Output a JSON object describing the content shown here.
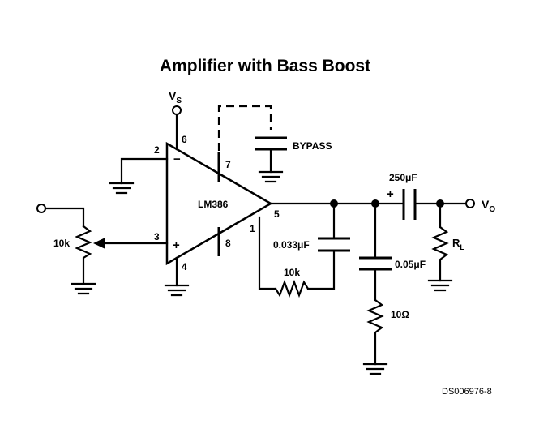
{
  "title": "Amplifier with Bass Boost",
  "ic": {
    "name": "LM386",
    "pins": {
      "p1": "1",
      "p2": "2",
      "p3": "3",
      "p4": "4",
      "p5": "5",
      "p6": "6",
      "p7": "7",
      "p8": "8"
    },
    "minus": "−",
    "plus": "+"
  },
  "supply": {
    "v": "V",
    "sub": "S"
  },
  "bypass": "BYPASS",
  "pot": "10k",
  "c_output": "250μF",
  "c_output_polarity": "+",
  "out": {
    "v": "V",
    "sub": "O"
  },
  "load": {
    "r": "R",
    "sub": "L"
  },
  "c_bass": "0.033μF",
  "r_bass": "10k",
  "c_zobel": "0.05μF",
  "r_zobel": "10Ω",
  "ref": "DS006976-8"
}
